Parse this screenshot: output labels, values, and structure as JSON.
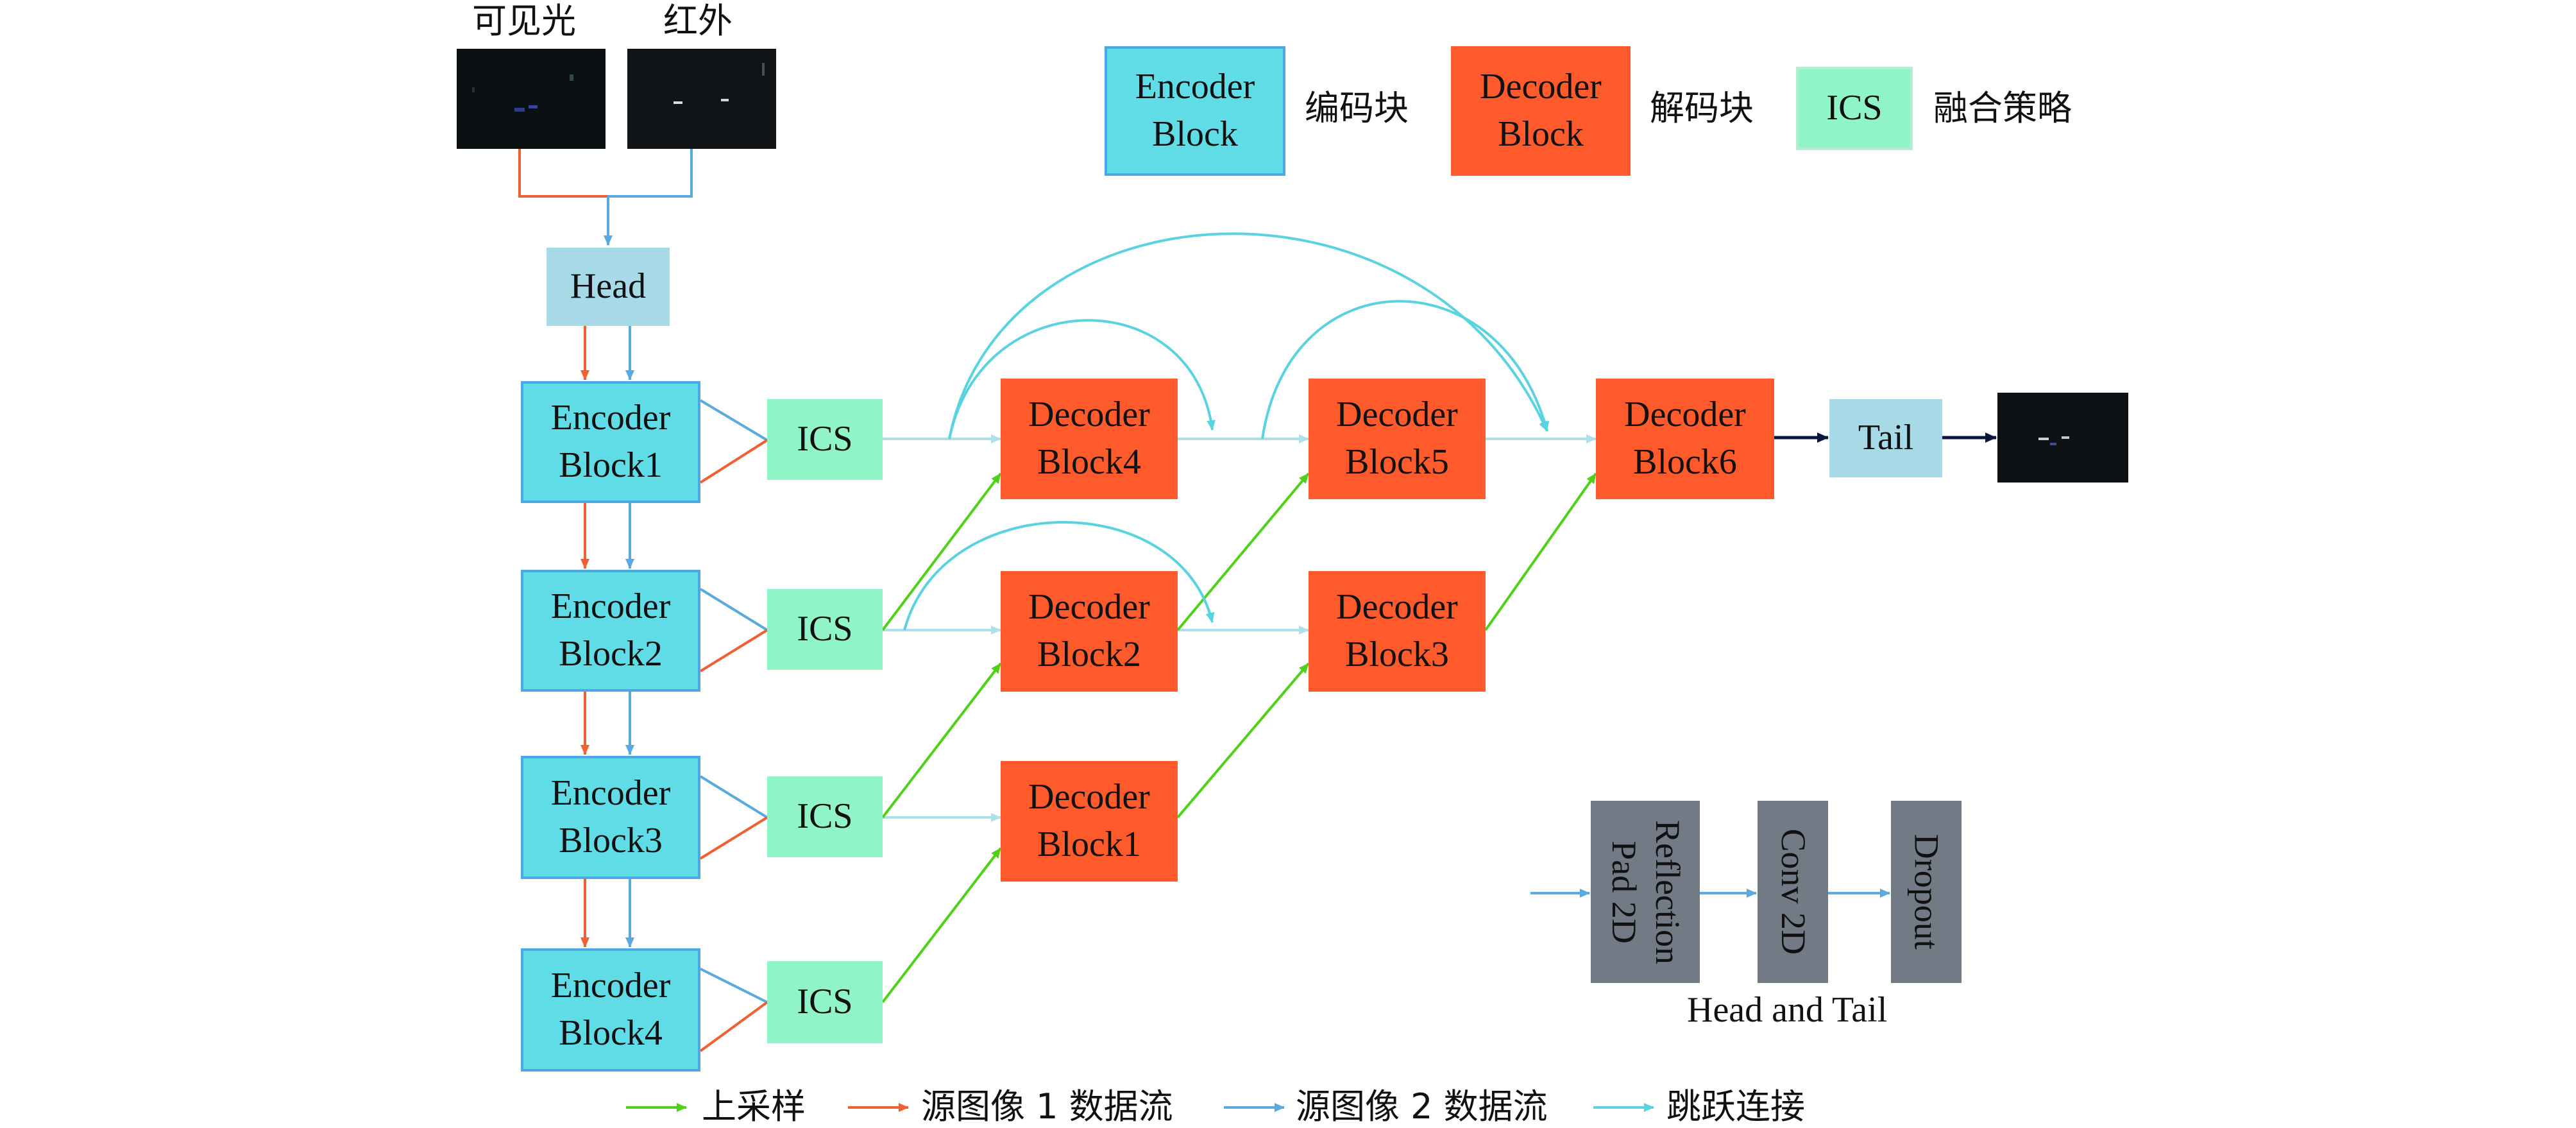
{
  "diagram": {
    "inputs": {
      "visible_label": "可见光",
      "infrared_label": "红外"
    },
    "head": "Head",
    "tail": "Tail",
    "encoders": [
      [
        "Encoder",
        "Block1"
      ],
      [
        "Encoder",
        "Block2"
      ],
      [
        "Encoder",
        "Block3"
      ],
      [
        "Encoder",
        "Block4"
      ]
    ],
    "ics": "ICS",
    "decoders": {
      "d1": [
        "Decoder",
        "Block1"
      ],
      "d2": [
        "Decoder",
        "Block2"
      ],
      "d3": [
        "Decoder",
        "Block3"
      ],
      "d4": [
        "Decoder",
        "Block4"
      ],
      "d5": [
        "Decoder",
        "Block5"
      ],
      "d6": [
        "Decoder",
        "Block6"
      ]
    },
    "top_legend": {
      "encoder_box": [
        "Encoder",
        "Block"
      ],
      "encoder_text": "编码块",
      "decoder_box": [
        "Decoder",
        "Block"
      ],
      "decoder_text": "解码块",
      "ics_box": "ICS",
      "ics_text": "融合策略"
    },
    "head_tail_detail": {
      "reflection": [
        "Reflection",
        "Pad 2D"
      ],
      "conv": "Conv 2D",
      "dropout": "Dropout",
      "caption": "Head and Tail"
    },
    "bottom_legend": {
      "upsample": "上采样",
      "source1": "源图像 1 数据流",
      "source2": "源图像 2 数据流",
      "skip": "跳跃连接"
    },
    "colors": {
      "encoder_fill": "#5fdce6",
      "encoder_border": "#4aa9e2",
      "decoder_fill": "#ff5a2b",
      "ics_fill": "#8ff5c6",
      "head_tail_fill": "#a8d9e6",
      "detail_fill": "#717a85",
      "upsample": "#4fd119",
      "source1": "#f06033",
      "source2": "#5aa9df",
      "skip": "#5ad2e0",
      "pass": "#aee0ec",
      "output": "#0a1640"
    }
  }
}
